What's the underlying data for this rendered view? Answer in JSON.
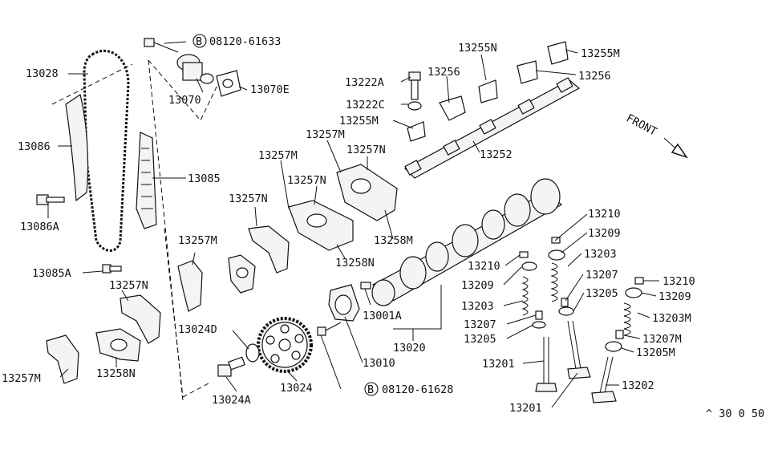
{
  "labels": {
    "l_b08120_61633": "08120-61633",
    "l_13028": "13028",
    "l_13070": "13070",
    "l_13070E": "13070E",
    "l_13086": "13086",
    "l_13085": "13085",
    "l_13086A": "13086A",
    "l_13085A": "13085A",
    "l_13257N_a": "13257N",
    "l_13257M_a": "13257M",
    "l_13257N_b": "13257N",
    "l_13257M_b": "13257M",
    "l_13257N_c": "13257N",
    "l_13257M_c": "13257M",
    "l_13257N_d": "13257N",
    "l_13257M_d": "13257M",
    "l_13258N_a": "13258N",
    "l_13258N_b": "13258N",
    "l_13258M": "13258M",
    "l_13024D": "13024D",
    "l_13024A": "13024A",
    "l_13024": "13024",
    "l_13010": "13010",
    "l_b08120_61628": "08120-61628",
    "l_13001A": "13001A",
    "l_13020": "13020",
    "l_13222A": "13222A",
    "l_13222C": "13222C",
    "l_13255M_a": "13255M",
    "l_13256_a": "13256",
    "l_13255N": "13255N",
    "l_13255M_b": "13255M",
    "l_13256_b": "13256",
    "l_13252": "13252",
    "l_front": "FRONT",
    "l_13210_a": "13210",
    "l_13209_a": "13209",
    "l_13203_a": "13203",
    "l_13207_a": "13207",
    "l_13205_a": "13205",
    "l_13210_b": "13210",
    "l_13209_b": "13209",
    "l_13203_b": "13203",
    "l_13207_b": "13207",
    "l_13205_b": "13205",
    "l_13210_c": "13210",
    "l_13209_c": "13209",
    "l_13203M": "13203M",
    "l_13207M": "13207M",
    "l_13205M": "13205M",
    "l_13201_a": "13201",
    "l_13201_b": "13201",
    "l_13202": "13202",
    "l_ref": "^ 30 0 50"
  },
  "symbols": {
    "bolt_marker": "B"
  }
}
